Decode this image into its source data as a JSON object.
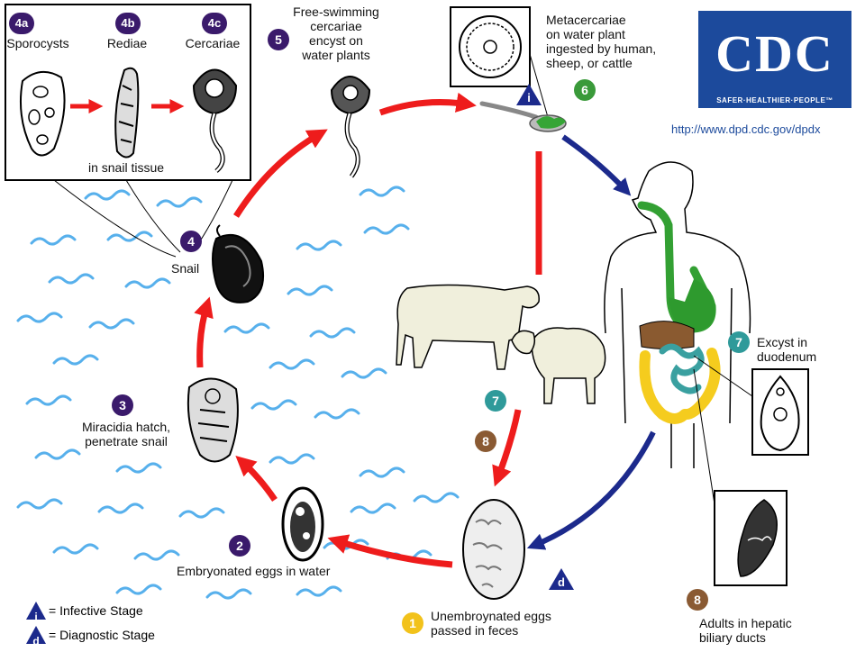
{
  "colors": {
    "purple_badge": "#3a1a6b",
    "green_badge": "#3a9a3a",
    "teal_badge": "#2f9a9a",
    "brown_badge": "#8a5a33",
    "yellow_badge": "#f2c21b",
    "red_arrow": "#ee1c1c",
    "blue_arrow": "#1c2a8c",
    "water": "#57b0ec",
    "cdc_blue": "#1c4a9c"
  },
  "logo": {
    "name": "CDC",
    "tagline": "SAFER·HEALTHIER·PEOPLE™",
    "url": "http://www.dpd.cdc.gov/dpdx"
  },
  "stages": {
    "s4a": {
      "badge": "4a",
      "label": "Sporocysts"
    },
    "s4b": {
      "badge": "4b",
      "label": "Rediae"
    },
    "s4c": {
      "badge": "4c",
      "label": "Cercariae"
    },
    "snail_tissue": "in snail tissue",
    "s5": {
      "badge": "5",
      "label": [
        "Free-swimming",
        "cercariae",
        "encyst on",
        "water plants"
      ]
    },
    "s6": {
      "badge": "6",
      "label": [
        "Metacercariae",
        "on water plant",
        "ingested by human,",
        "sheep, or cattle"
      ]
    },
    "s4": {
      "badge": "4",
      "label": "Snail"
    },
    "s3": {
      "badge": "3",
      "label": [
        "Miracidia hatch,",
        "penetrate snail"
      ]
    },
    "s2": {
      "badge": "2",
      "label": "Embryonated eggs in water"
    },
    "s1": {
      "badge": "1",
      "label": [
        "Unembroynated eggs",
        "passed in feces"
      ]
    },
    "s7": {
      "badge": "7",
      "label": [
        "Excyst in",
        "duodenum"
      ]
    },
    "s8": {
      "badge": "8",
      "label": [
        "Adults in hepatic",
        "biliary ducts"
      ]
    },
    "s7_animal": {
      "badge": "7"
    },
    "s8_animal": {
      "badge": "8"
    }
  },
  "markers": {
    "infective": {
      "letter": "i"
    },
    "diagnostic": {
      "letter": "d"
    }
  },
  "legend": {
    "infective": {
      "letter": "i",
      "text": "= Infective Stage"
    },
    "diagnostic": {
      "letter": "d",
      "text": "= Diagnostic Stage"
    }
  }
}
